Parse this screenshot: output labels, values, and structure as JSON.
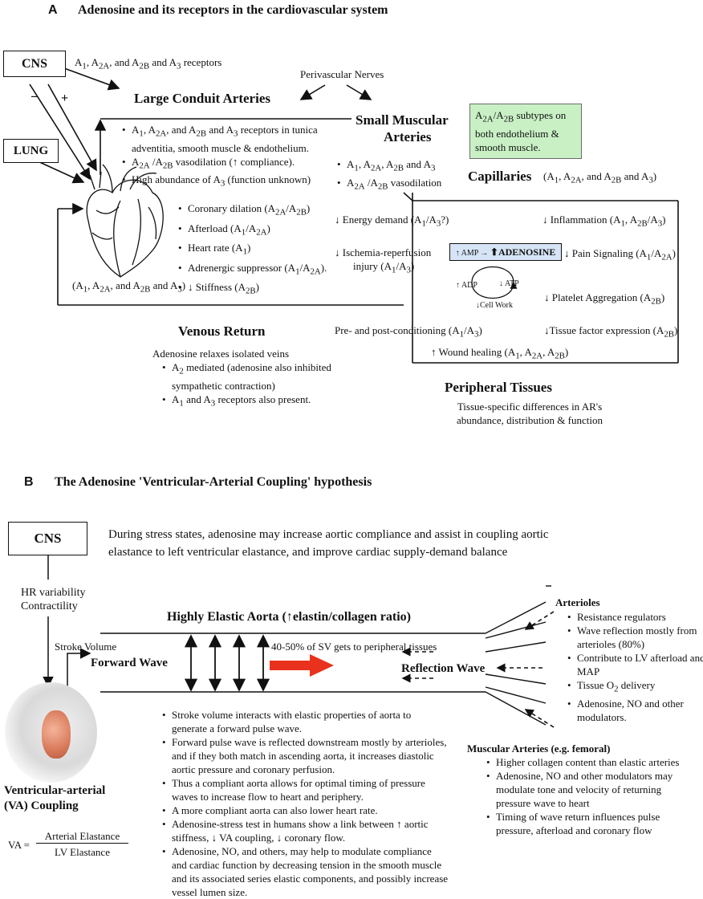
{
  "panelA": {
    "letter": "A",
    "title": "Adenosine and its receptors in the cardiovascular system",
    "cns": "CNS",
    "lung": "LUNG",
    "minus": "−",
    "plus": "+",
    "cns_receptors": "A1, A2A, and A2B and A3 receptors",
    "perivascular": "Perivascular Nerves",
    "large_arteries": {
      "title": "Large Conduit Arteries",
      "items": [
        "A1, A2A, and A2B and A3 receptors in tunica adventitia, smooth muscle & endothelium.",
        "A2A /A2B vasodilation (↑ compliance).",
        "High abundance of A3 (function unknown)"
      ]
    },
    "small_arteries": {
      "title_1": "Small Muscular",
      "title_2": "Arteries",
      "items": [
        "A1, A2A, A2B and A3",
        "A2A /A2B vasodilation"
      ]
    },
    "green_note": "A2A/A2B subtypes on both endothelium & smooth muscle.",
    "capillaries": {
      "title": "Capillaries",
      "receptors": "(A1, A2A, and A2B and A3)"
    },
    "heart_items": [
      "Coronary dilation (A2A/A2B)",
      "Afterload (A1/A2A)",
      "Heart rate (A1)",
      "Adrenergic suppressor (A1/A2A).",
      "↓ Stiffness (A2B)"
    ],
    "heart_receptors": "(A1, A2A, and A2B and A3)",
    "venous": {
      "title": "Venous Return",
      "intro": "Adenosine relaxes isolated veins",
      "items": [
        "A2 mediated (adenosine also inhibited sympathetic contraction)",
        "A1 and A3 receptors also present."
      ]
    },
    "peripheral": {
      "energy": "↓ Energy demand (A1/A3?)",
      "ischemia_1": "↓ Ischemia-reperfusion",
      "ischemia_2": "injury  (A1/A3)",
      "amp_box": "↑ AMP → ⬆ADENOSINE",
      "adp": "↑ ADP",
      "atp": "↓ ATP",
      "cellwork": "↓Cell Work",
      "preconditioning": "Pre- and post-conditioning (A1/A3)",
      "inflammation": "↓ Inflammation (A1, A2B/A3)",
      "pain": "↓ Pain Signaling (A1/A2A)",
      "platelet": "↓ Platelet Aggregation (A2B)",
      "tissue_factor": "↓Tissue factor expression (A2B)",
      "wound": "↑ Wound healing (A1, A2A, A2B)",
      "title": "Peripheral Tissues",
      "desc_1": "Tissue-specific differences in AR's",
      "desc_2": "abundance, distribution & function"
    }
  },
  "panelB": {
    "letter": "B",
    "title": "The Adenosine 'Ventricular-Arterial Coupling' hypothesis",
    "cns": "CNS",
    "stress_text_1": "During stress states, adenosine may increase aortic compliance and assist in coupling aortic",
    "stress_text_2": "elastance to left ventricular elastance, and improve cardiac supply-demand balance",
    "hr_1": "HR variability",
    "hr_2": "Contractility",
    "aorta_title": "Highly Elastic Aorta (↑elastin/collagen ratio)",
    "stroke_volume": "Stroke Volume",
    "forward_wave": "Forward Wave",
    "sv_percent": "40-50% of SV gets to peripheral tissues",
    "reflection_wave": "Reflection Wave",
    "arterioles": {
      "title": "Arterioles",
      "items": [
        "Resistance regulators",
        "Wave reflection mostly from arterioles  (80%)",
        "Contribute to LV afterload and MAP",
        "Tissue O2 delivery",
        "Adenosine, NO and other modulators."
      ]
    },
    "muscular": {
      "title": "Muscular Arteries (e.g. femoral)",
      "items": [
        "Higher collagen content than elastic arteries",
        "Adenosine, NO and other modulators may modulate tone and velocity of returning pressure wave to heart",
        "Timing of wave return influences pulse pressure, afterload and coronary flow"
      ]
    },
    "va_title_1": "Ventricular-arterial",
    "va_title_2": "(VA) Coupling",
    "va_eq": "VA =",
    "va_num": "Arterial Elastance",
    "va_den": "LV Elastance",
    "center_items": [
      "Stroke volume interacts with elastic properties of aorta to generate a forward pulse wave.",
      "Forward pulse wave is reflected downstream mostly by arterioles, and if they both match in ascending aorta, it increases diastolic aortic pressure and coronary perfusion.",
      "Thus a compliant aorta allows for optimal timing of pressure waves to increase flow to heart and periphery.",
      "A more compliant aorta can also lower heart rate.",
      " Adenosine-stress test in humans show a link between ↑ aortic stiffness, ↓ VA coupling, ↓ coronary flow.",
      "Adenosine, NO, and others, may help to modulate compliance and cardiac function by decreasing tension in the smooth muscle and its associated series elastic components, and possibly increase vessel lumen size."
    ]
  },
  "colors": {
    "green_box": "#c9f0c5",
    "amp_box": "#d6e4f5",
    "red_arrow": "#e8321e"
  }
}
